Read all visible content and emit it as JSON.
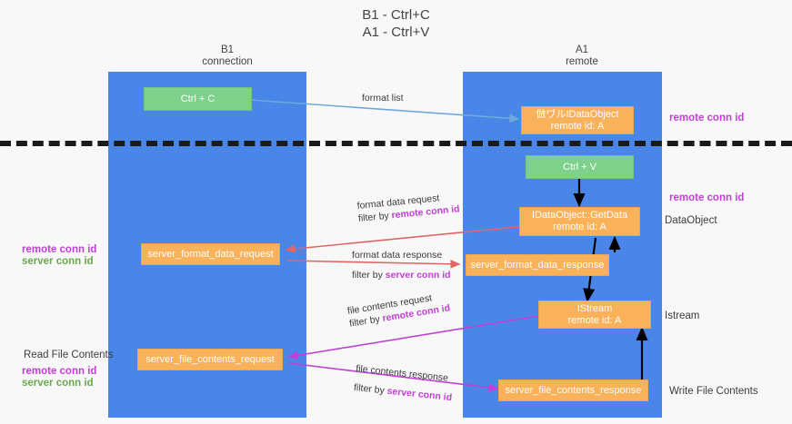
{
  "title": {
    "line1": "B1 - Ctrl+C",
    "line2": "A1 - Ctrl+V"
  },
  "columns": {
    "left": {
      "name": "B1",
      "role": "connection"
    },
    "right": {
      "name": "A1",
      "role": "remote"
    }
  },
  "colors": {
    "lane": "#4a86e8",
    "node_green": "#7dd18b",
    "node_orange": "#f9b15a",
    "remote_conn_id": "#c13fd6",
    "server_conn_id": "#6aa84f",
    "divider": "#1a1a1a",
    "arrow_format_list": "#6fa8dc",
    "arrow_get_data": "#000000",
    "arrow_format_data": "#e06666",
    "arrow_file_contents": "#c13fd6",
    "background": "#f8f8f8"
  },
  "nodes": {
    "ctrl_c": {
      "label": "Ctrl + C"
    },
    "ctrl_v": {
      "label": "Ctrl + V"
    },
    "remote_dataobject": {
      "line1": "倣ヷルIDataObject",
      "line2": "remote id: A"
    },
    "get_data": {
      "line1": "IDataObject::GetData",
      "line2": "remote id: A"
    },
    "istream": {
      "line1": "IStream",
      "line2": "remote id: A"
    },
    "format_data_request": {
      "label": "server_format_data_request"
    },
    "format_data_response": {
      "label": "server_format_data_response"
    },
    "file_contents_request": {
      "label": "server_file_contents_request"
    },
    "file_contents_response": {
      "label": "server_file_contents_response"
    }
  },
  "side_labels": {
    "remote_conn_id_top": "remote conn id",
    "remote_conn_id_mid": "remote conn id",
    "dataobject": "DataObject",
    "istream": "Istream",
    "write_file_contents": "Write File Contents",
    "read_file_contents": "Read File Contents",
    "left_mid_remote": "remote conn id",
    "left_mid_server": "server conn id",
    "left_bottom_remote": "remote conn id",
    "left_bottom_server": "server conn id"
  },
  "edge_labels": {
    "format_list": "format list",
    "format_data_request": "format data request",
    "format_data_request_filter_prefix": "filter by ",
    "format_data_request_filter_key": "remote conn id",
    "format_data_response": "format data response",
    "format_data_response_filter_prefix": "filter by ",
    "format_data_response_filter_key": "server conn id",
    "file_contents_request": "file contents request",
    "file_contents_request_filter_prefix": "filter by ",
    "file_contents_request_filter_key": "remote conn id",
    "file_contents_response": "file contents response",
    "file_contents_response_filter_prefix": "filter by ",
    "file_contents_response_filter_key": "server conn id"
  }
}
